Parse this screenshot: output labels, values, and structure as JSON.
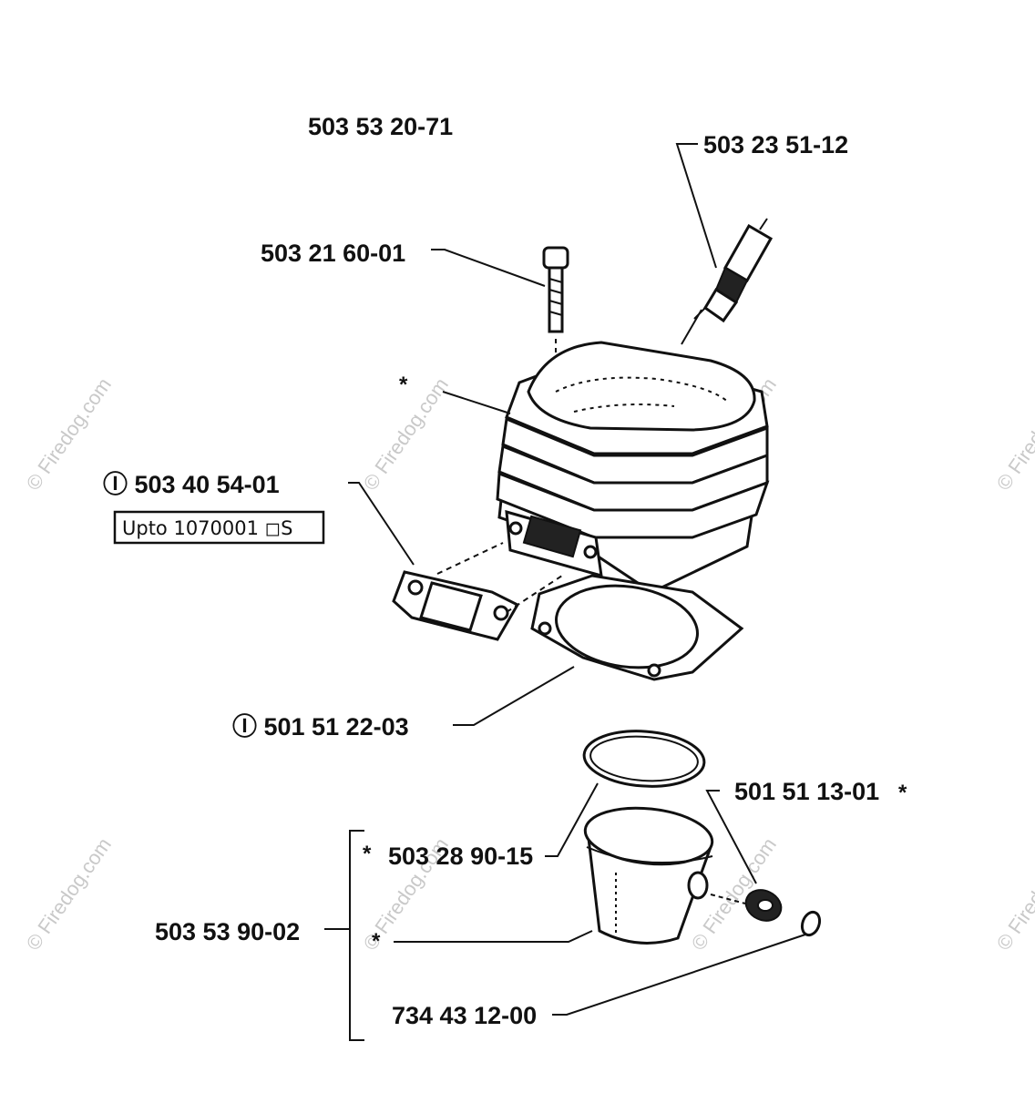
{
  "labels": {
    "assembly": "503 53 20-71",
    "spark_plug": "503 23 51-12",
    "screw": "503 21 60-01",
    "cylinder_star": "*",
    "exhaust_gasket": "Ⓘ 503 40 54-01",
    "note": "Upto 1070001 ◻S",
    "base_gasket": "Ⓘ 501 51 22-03",
    "needle_bearing": "501 51 13-01",
    "needle_star": "*",
    "ring_star": "*",
    "piston_ring": "503 28 90-15",
    "piston_kit": "503 53 90-02",
    "piston_star": "*",
    "circlip": "734 43 12-00"
  },
  "watermark": "© Firedog.com"
}
